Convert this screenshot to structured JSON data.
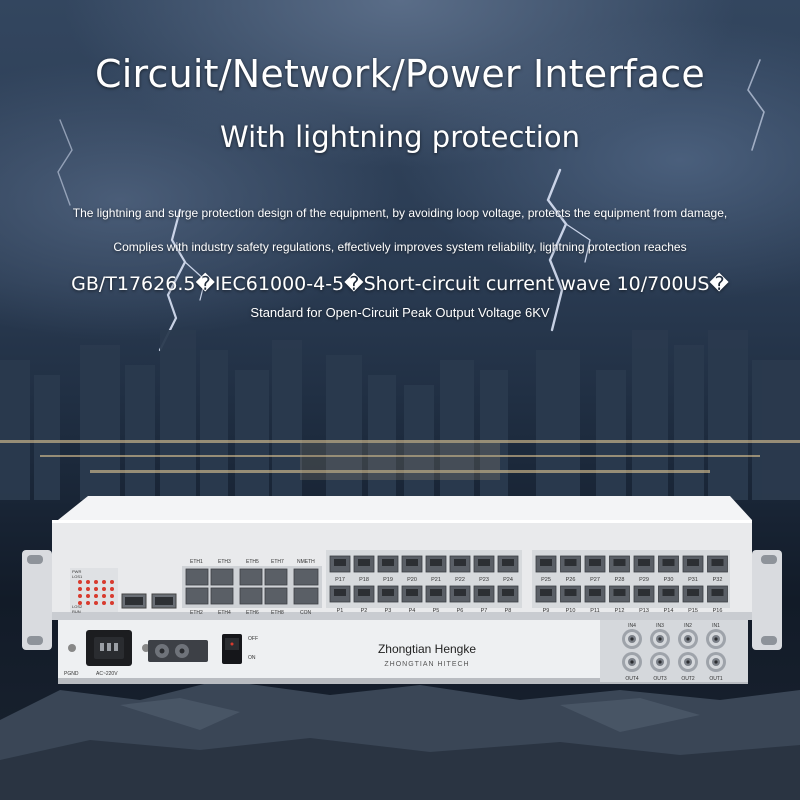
{
  "headline": {
    "title": "Circuit/Network/Power Interface",
    "subtitle": "With lightning protection",
    "description_line1": "The lightning and surge protection design of the equipment, by avoiding loop voltage, protects the equipment from damage,",
    "description_line2": "Complies with industry safety regulations, effectively improves system reliability, lightning protection reaches",
    "standards_line": "GB/T17626.5�IEC61000-4-5�Short-circuit current wave 10/700US�",
    "voltage_line": "Standard for Open-Circuit Peak Output Voltage 6KV"
  },
  "device": {
    "brand_name": "Zhongtian Hengke",
    "brand_subtitle": "ZHONGTIAN HITECH",
    "eth_labels_top": [
      "ETH1",
      "ETH3",
      "ETH5",
      "ETH7",
      "NMETH"
    ],
    "eth_labels_bottom": [
      "ETH2",
      "ETH4",
      "ETH6",
      "ETH8",
      "CON"
    ],
    "port_labels_top": [
      "P17",
      "P18",
      "P19",
      "P20",
      "P21",
      "P22",
      "P23",
      "P24",
      "P25",
      "P26",
      "P27",
      "P28",
      "P29",
      "P30",
      "P31",
      "P32"
    ],
    "port_labels_bottom": [
      "P1",
      "P2",
      "P3",
      "P4",
      "P5",
      "P6",
      "P7",
      "P8",
      "P9",
      "P10",
      "P11",
      "P12",
      "P13",
      "P14",
      "P15",
      "P16"
    ],
    "led_labels": [
      "PWR",
      "LOS1",
      "LOS2",
      "RUN"
    ],
    "power_label": "AC~220V",
    "ground_label": "PGND",
    "switch_off_label": "OFF",
    "switch_on_label": "ON",
    "bnc_in_labels": [
      "IN4",
      "IN3",
      "IN2",
      "IN1"
    ],
    "bnc_out_labels": [
      "OUT4",
      "OUT3",
      "OUT2",
      "OUT1"
    ]
  },
  "colors": {
    "chassis": "#e9eaec",
    "chassis_shadow": "#c9ccd1",
    "rj45_port": "#5a5f66",
    "led_red": "#d83a2e",
    "text_white": "#ffffff"
  }
}
